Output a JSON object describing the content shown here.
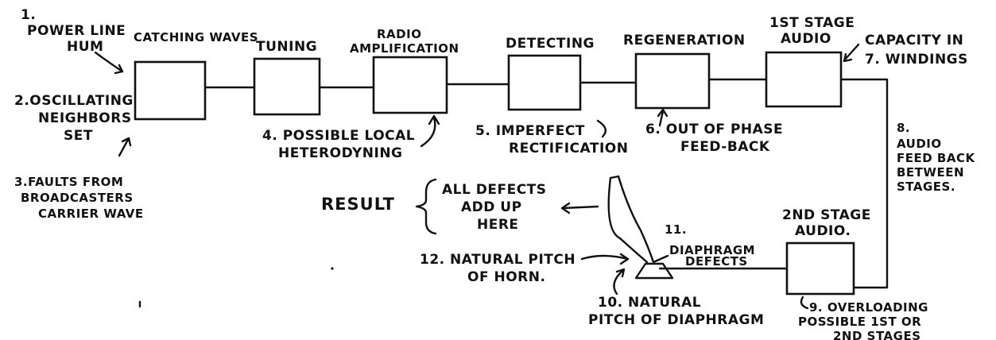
{
  "stages": [
    {
      "id": "catching",
      "label": "CATCHING WAVES"
    },
    {
      "id": "tuning",
      "label": "TUNING"
    },
    {
      "id": "radio",
      "label": [
        "RADIO",
        "AMPLIFICATION"
      ]
    },
    {
      "id": "detecting",
      "label": "DETECTING"
    },
    {
      "id": "regeneration",
      "label": "REGENERATION"
    },
    {
      "id": "audio1",
      "label": [
        "1ST STAGE",
        "AUDIO"
      ]
    },
    {
      "id": "audio2",
      "label": [
        "2ND STAGE",
        "AUDIO."
      ]
    }
  ],
  "defects": {
    "d1": [
      "1.",
      "POWER LINE",
      "HUM"
    ],
    "d2": [
      "2.OSCILLATING",
      "NEIGHBORS",
      "SET"
    ],
    "d3": [
      "3.FAULTS FROM",
      "BROADCASTERS",
      "CARRIER WAVE"
    ],
    "d4": [
      "4. POSSIBLE LOCAL",
      "HETERODYNING"
    ],
    "d5": [
      "5. IMPERFECT",
      "RECTIFICATION"
    ],
    "d6": [
      "6. OUT OF PHASE",
      "FEED-BACK"
    ],
    "d7": [
      "CAPACITY IN",
      "7. WINDINGS"
    ],
    "d8": [
      "8.",
      "AUDIO",
      "FEED BACK",
      "BETWEEN",
      "STAGES."
    ],
    "d9": [
      "9. OVERLOADING",
      "POSSIBLE 1ST OR",
      "2ND STAGES"
    ],
    "d10": [
      "10. NATURAL",
      "PITCH OF DIAPHRAGM"
    ],
    "d11": [
      "11.",
      "DIAPHRAGM",
      "DEFECTS"
    ],
    "d12": [
      "12. NATURAL PITCH",
      "OF HORN."
    ]
  },
  "result": {
    "label": "RESULT",
    "text": [
      "ALL DEFECTS",
      "ADD UP",
      "HERE"
    ]
  }
}
